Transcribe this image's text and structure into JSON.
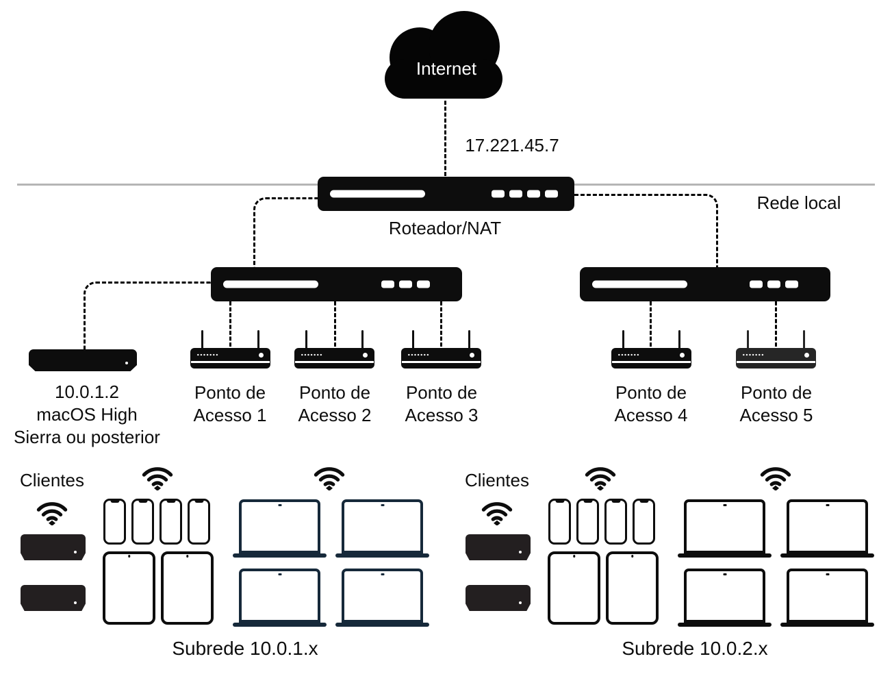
{
  "internet": {
    "label": "Internet",
    "wan_ip": "17.221.45.7"
  },
  "router": {
    "label": "Roteador/NAT"
  },
  "local_network": {
    "label": "Rede local"
  },
  "server": {
    "line1": "10.0.1.2",
    "line2": "macOS High",
    "line3": "Sierra ou posterior"
  },
  "access_points": [
    {
      "line1": "Ponto de",
      "line2": "Acesso 1"
    },
    {
      "line1": "Ponto de",
      "line2": "Acesso 2"
    },
    {
      "line1": "Ponto de",
      "line2": "Acesso 3"
    },
    {
      "line1": "Ponto de",
      "line2": "Acesso 4"
    },
    {
      "line1": "Ponto de",
      "line2": "Acesso 5"
    }
  ],
  "groups": {
    "left": {
      "clients_label": "Clientes",
      "subnet_label": "Subrede 10.0.1.x"
    },
    "right": {
      "clients_label": "Clientes",
      "subnet_label": "Subrede 10.0.2.x"
    }
  },
  "colors": {
    "device_black": "#0d0d0d",
    "client_box_black": "#231f20",
    "laptop_navy": "#16293a",
    "laptop_black": "#0d0d0d",
    "local_network_line": "#b5b5b5",
    "text": "#000000",
    "device_detail_white": "#ffffff"
  }
}
